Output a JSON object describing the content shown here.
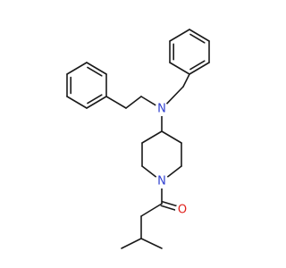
{
  "molecule": {
    "atoms": {
      "n_amine": "N",
      "n_piperidine": "N",
      "o_carbonyl": "O"
    },
    "colors": {
      "nitrogen": "#2f3fd0",
      "oxygen": "#e0201b",
      "bond": "#1a1a1a"
    }
  }
}
